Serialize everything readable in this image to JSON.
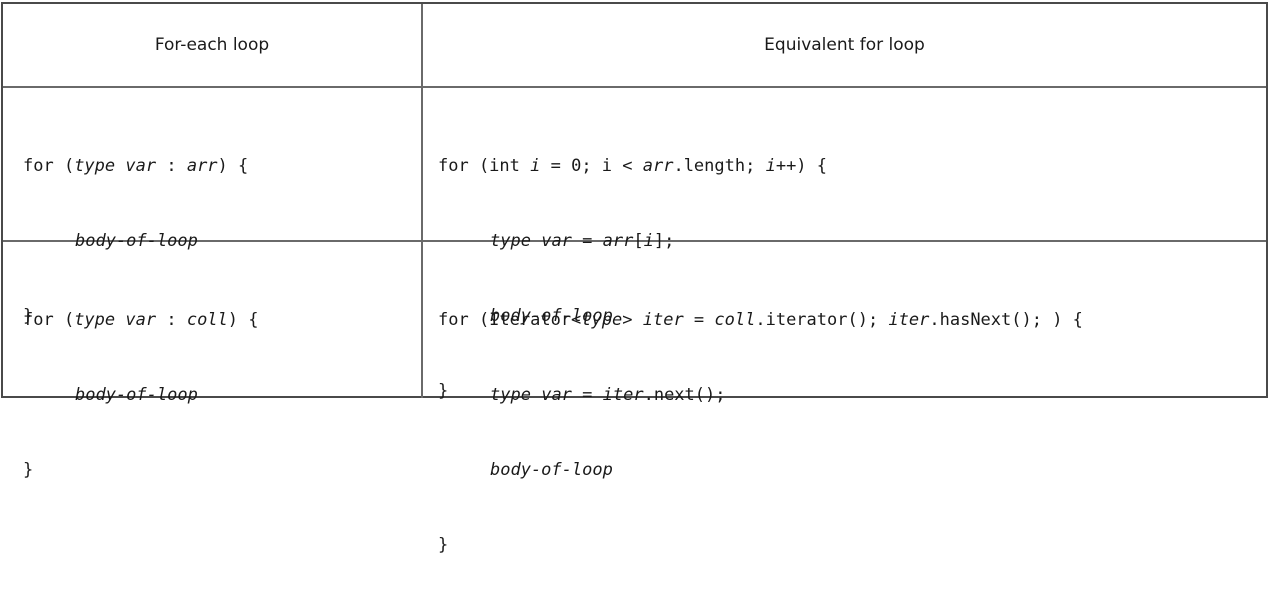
{
  "headers": {
    "col1": "For-each loop",
    "col2": "Equivalent for loop"
  },
  "row1": {
    "foreach": {
      "l1a": "for (",
      "l1type": "type",
      "l1sp1": " ",
      "l1var": "var",
      "l1colon": " : ",
      "l1arr": "arr",
      "l1end": ") {",
      "l2": "body-of-loop",
      "l3": "}"
    },
    "equivalent": {
      "l1a": "for (int ",
      "l1i1": "i",
      "l1b": " = 0; i < ",
      "l1arr": "arr",
      "l1c": ".length; ",
      "l1i2": "i",
      "l1d": "++) {",
      "l2type": "type",
      "l2sp": " ",
      "l2var": "var",
      "l2eq": " = ",
      "l2arr": "arr",
      "l2open": "[",
      "l2i": "i",
      "l2close": "];",
      "l3": "body-of-loop",
      "l4": "}"
    }
  },
  "row2": {
    "foreach": {
      "l1a": "for (",
      "l1type": "type",
      "l1sp1": " ",
      "l1var": "var",
      "l1colon": " : ",
      "l1coll": "coll",
      "l1end": ") {",
      "l2": "body-of-loop",
      "l3": "}"
    },
    "equivalent": {
      "l1a": "for (Iterator<",
      "l1type": "type",
      "l1b": "> ",
      "l1iter1": "iter",
      "l1c": " = ",
      "l1coll": "coll",
      "l1d": ".iterator(); ",
      "l1iter2": "iter",
      "l1e": ".hasNext(); ) {",
      "l2type": "type",
      "l2sp": " ",
      "l2var": "var",
      "l2eq": " = ",
      "l2iter": "iter",
      "l2end": ".next();",
      "l3": "body-of-loop",
      "l4": "}"
    }
  }
}
